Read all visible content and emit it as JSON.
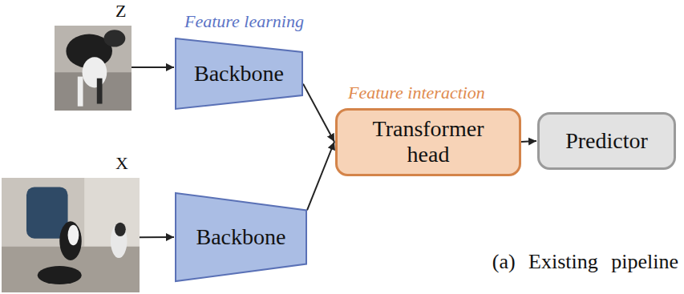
{
  "diagram": {
    "caption": "(a) Existing pipeline",
    "nodes": [
      {
        "text": [
          "Z"
        ]
      },
      {
        "text": [
          "Feature learning",
          "Backbone"
        ]
      },
      {
        "text": [
          "X"
        ]
      },
      {
        "text": [
          "Backbone"
        ]
      },
      {
        "text": [
          "Feature interaction",
          "Transformer head"
        ]
      },
      {
        "text": [
          "Predictor"
        ]
      }
    ],
    "edges": [
      {
        "from": 0,
        "to": 1,
        "arrow": "to"
      },
      {
        "from": 2,
        "to": 3,
        "arrow": "to"
      },
      {
        "from": 1,
        "to": 4,
        "arrow": "to"
      },
      {
        "from": 3,
        "to": 4,
        "arrow": "to"
      },
      {
        "from": 4,
        "to": 5,
        "arrow": "to"
      }
    ]
  }
}
